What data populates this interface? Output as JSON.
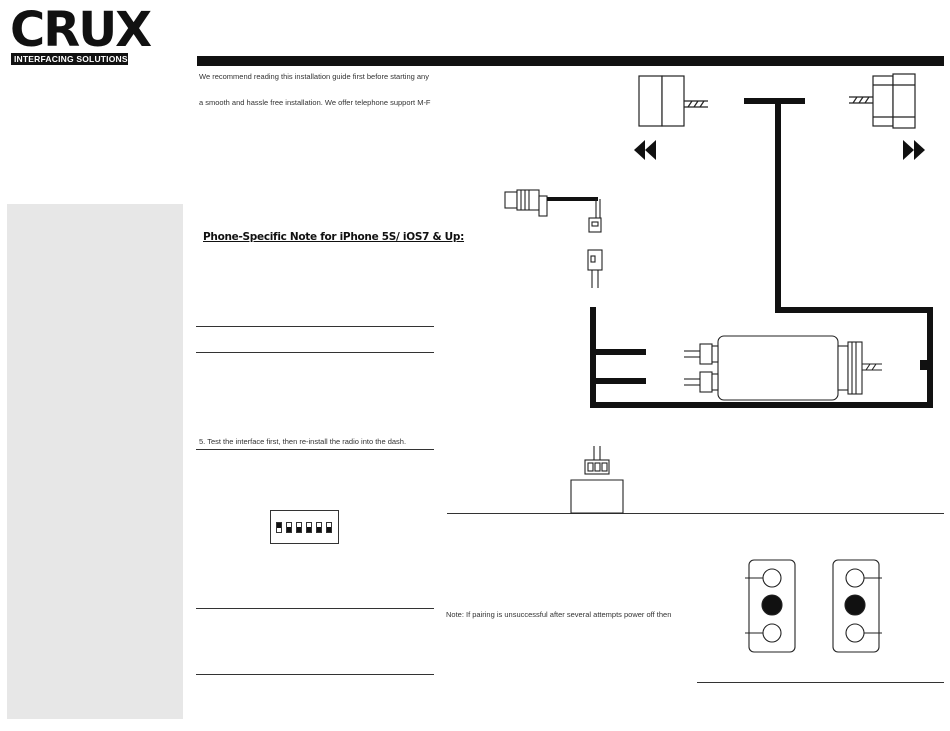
{
  "brand": {
    "name": "CRUX",
    "tagline": "INTERFACING SOLUTIONS"
  },
  "intro": {
    "line1": "We recommend reading this installation guide first before starting any",
    "line2": "a smooth and hassle free installation. We offer telephone support M-F"
  },
  "phone_note": {
    "heading": "Phone-Specific Note for iPhone 5S/ iOS7 & Up:"
  },
  "steps": {
    "step5": "5. Test the interface first, then re-install the radio into the dash."
  },
  "pairing": {
    "note": "Note: If pairing is unsuccessful after several attempts power off then"
  },
  "dip_switch": {
    "count": 6,
    "positions": [
      "up",
      "down",
      "down",
      "down",
      "down",
      "down"
    ]
  },
  "icons": {
    "rewind": "double-left-arrow-icon",
    "forward": "double-right-arrow-icon"
  },
  "colors": {
    "ink": "#111111",
    "panel": "#e7e7e7"
  }
}
